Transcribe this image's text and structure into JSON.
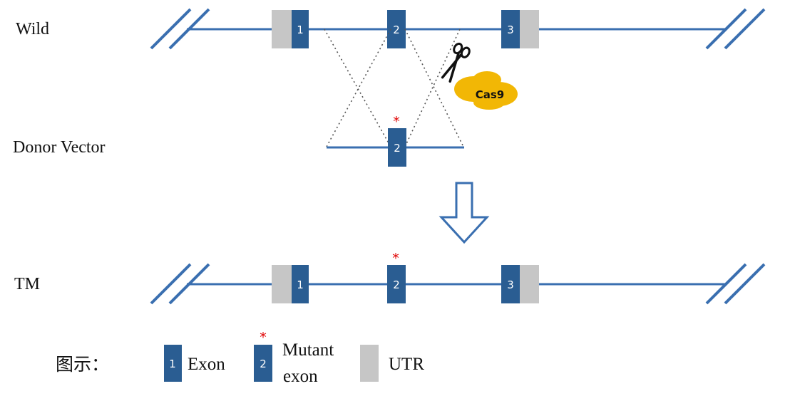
{
  "rows": {
    "wild": "Wild",
    "donor": "Donor Vector",
    "tm": "TM"
  },
  "exons": {
    "e1": "1",
    "e2": "2",
    "e3": "3"
  },
  "enzyme": "Cas9",
  "mutation_mark": "*",
  "legend": {
    "title": "图示：",
    "exon_number": "1",
    "exon_label": "Exon",
    "mutant_number": "2",
    "mutant_label_line1": "Mutant",
    "mutant_label_line2": "exon",
    "utr_label": "UTR"
  },
  "colors": {
    "line": "#3a6fb0",
    "exon": "#2a5d92",
    "utr": "#c6c6c6",
    "cas9": "#f2b705",
    "mutation": "#e00000"
  },
  "icons": {
    "scissors": "scissors-icon",
    "arrow": "down-arrow-icon"
  }
}
